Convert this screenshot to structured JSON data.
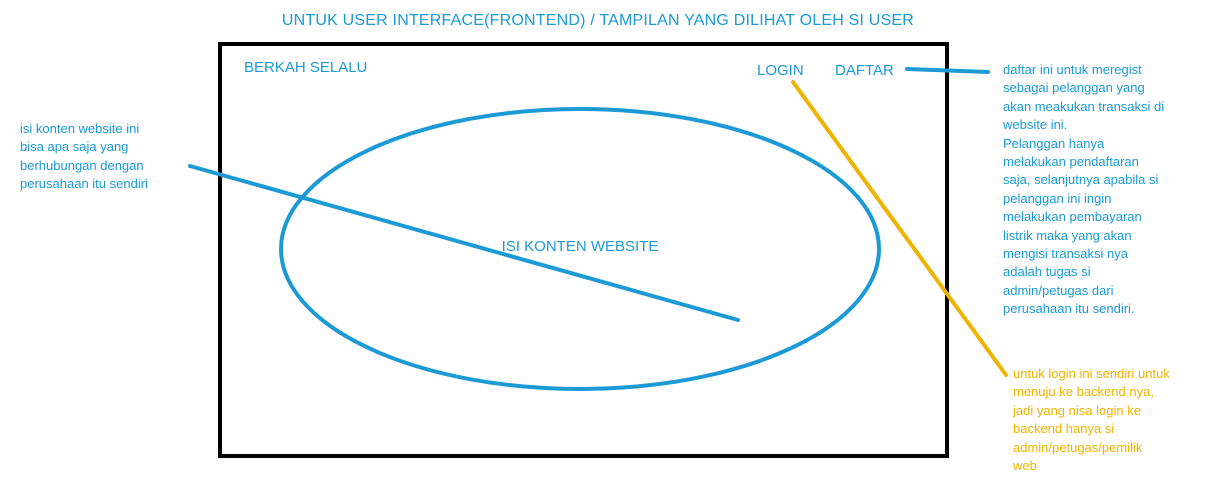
{
  "header": {
    "title": "UNTUK USER INTERFACE(FRONTEND) / TAMPILAN YANG DILIHAT OLEH SI USER"
  },
  "mockup": {
    "brand": "BERKAH SELALU",
    "nav": {
      "login_label": "LOGIN",
      "daftar_label": "DAFTAR"
    },
    "content_label": "ISI KONTEN WEBSITE"
  },
  "annotations": {
    "content_note": "isi konten website ini\nbisa apa saja yang\nberhubungan dengan\nperusahaan itu sendiri",
    "daftar_note": "daftar ini untuk meregist\nsebagai pelanggan yang\nakan meakukan transaksi di\nwebsite ini.\nPelanggan hanya\nmelakukan pendaftaran\nsaja, selanjutnya apabila si\npelanggan ini  ingin\nmelakukan pembayaran\nlistrik maka yang akan\nmengisi transaksi nya\nadalah tugas si\nadmin/petugas dari\nperusahaan itu sendiri.",
    "login_note": "untuk login ini sendiri untuk\nmenuju ke backend nya,\njadi yang nisa login ke\nbackend hanya si\nadmin/petugas/pemilik\nweb"
  },
  "colors": {
    "blue": "#1b9ad6",
    "yellow": "#f0b400",
    "frame": "#000000"
  }
}
